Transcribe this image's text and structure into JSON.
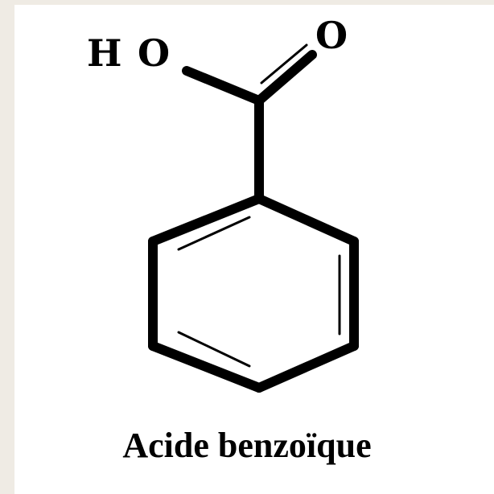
{
  "molecule": {
    "hydroxyl_h": "H",
    "hydroxyl_o": "O",
    "carbonyl_o": "O"
  },
  "caption": "Acide benzoïque",
  "colors": {
    "frame": "#efebe4",
    "panel": "#ffffff",
    "ink": "#000000"
  }
}
